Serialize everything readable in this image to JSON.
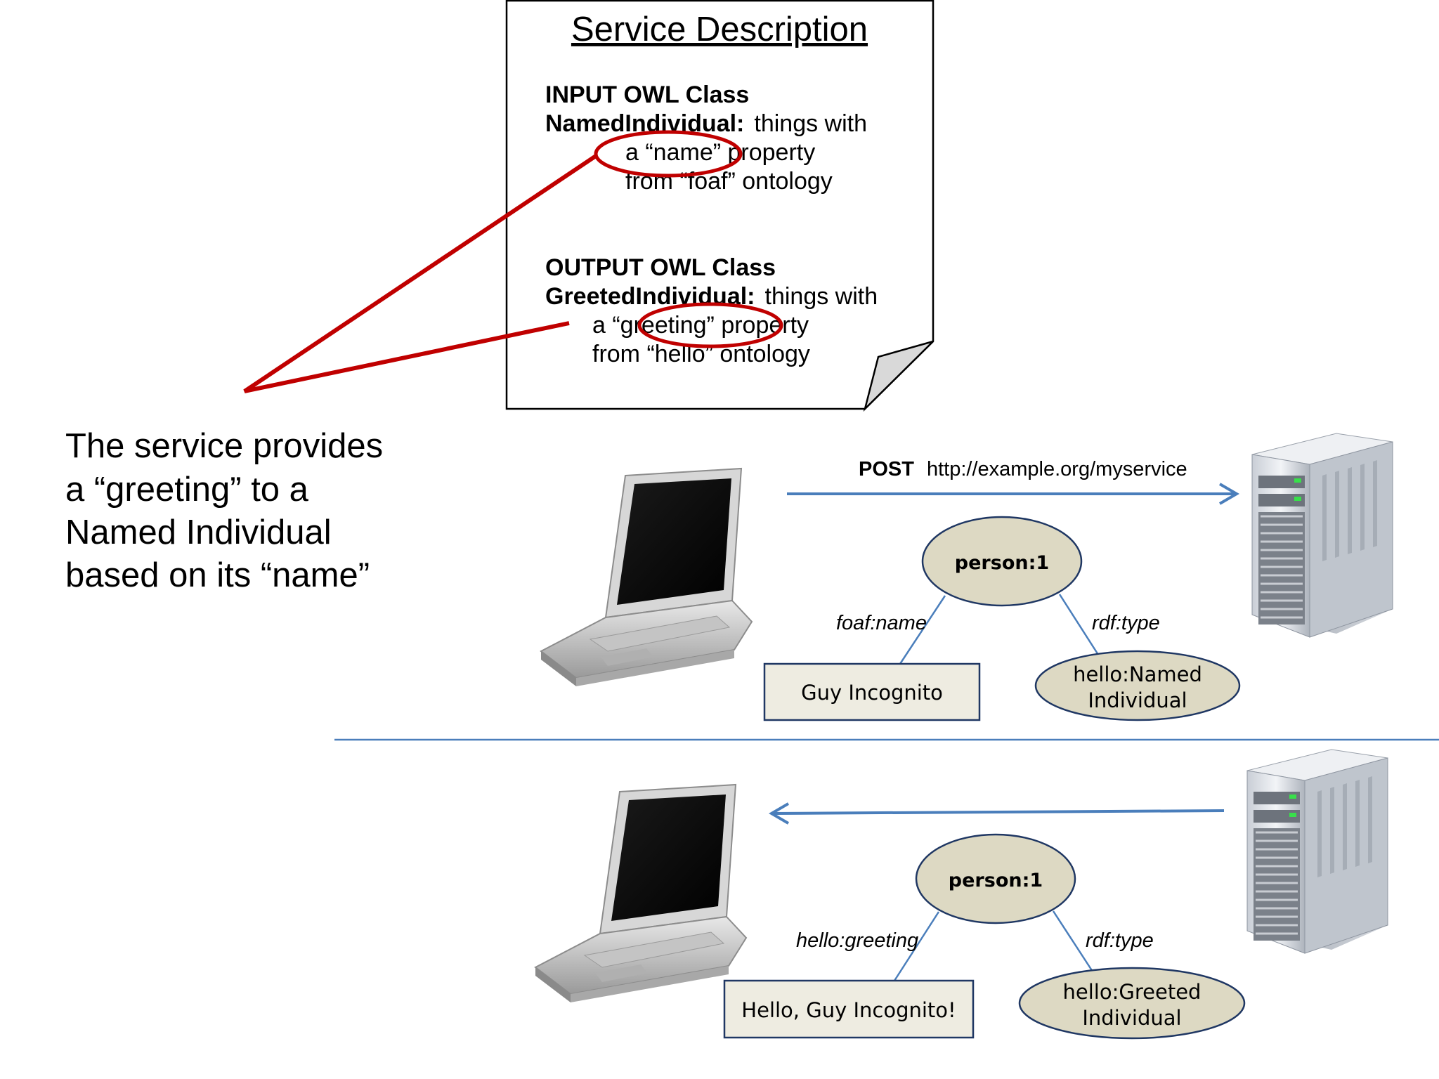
{
  "service_description": {
    "title": "Service Description",
    "input_heading": "INPUT OWL Class",
    "input_class": "NamedIndividual:",
    "input_desc_1": "things with",
    "input_desc_2": "a “name” property",
    "input_desc_3": "from “foaf” ontology",
    "output_heading": "OUTPUT OWL Class",
    "output_class": "GreetedIndividual:",
    "output_desc_1": "things with",
    "output_desc_2": "a “greeting” property",
    "output_desc_3": "from “hello” ontology"
  },
  "caption": {
    "line1": "The service provides",
    "line2": "a “greeting” to a",
    "line3": "Named Individual",
    "line4": "based on its “name”"
  },
  "request": {
    "method": "POST",
    "url": "http://example.org/myservice",
    "subject": "person:1",
    "edge_left": "foaf:name",
    "edge_right": "rdf:type",
    "literal": "Guy Incognito",
    "type_line1": "hello:Named",
    "type_line2": "Individual"
  },
  "response": {
    "subject": "person:1",
    "edge_left": "hello:greeting",
    "edge_right": "rdf:type",
    "literal": "Hello, Guy Incognito!",
    "type_line1": "hello:Greeted",
    "type_line2": "Individual"
  },
  "colors": {
    "highlight": "#c00000",
    "arrow": "#4a7ebb",
    "node_fill": "#ddd9c3",
    "literal_fill": "#eeece1",
    "node_stroke": "#1f3763"
  }
}
